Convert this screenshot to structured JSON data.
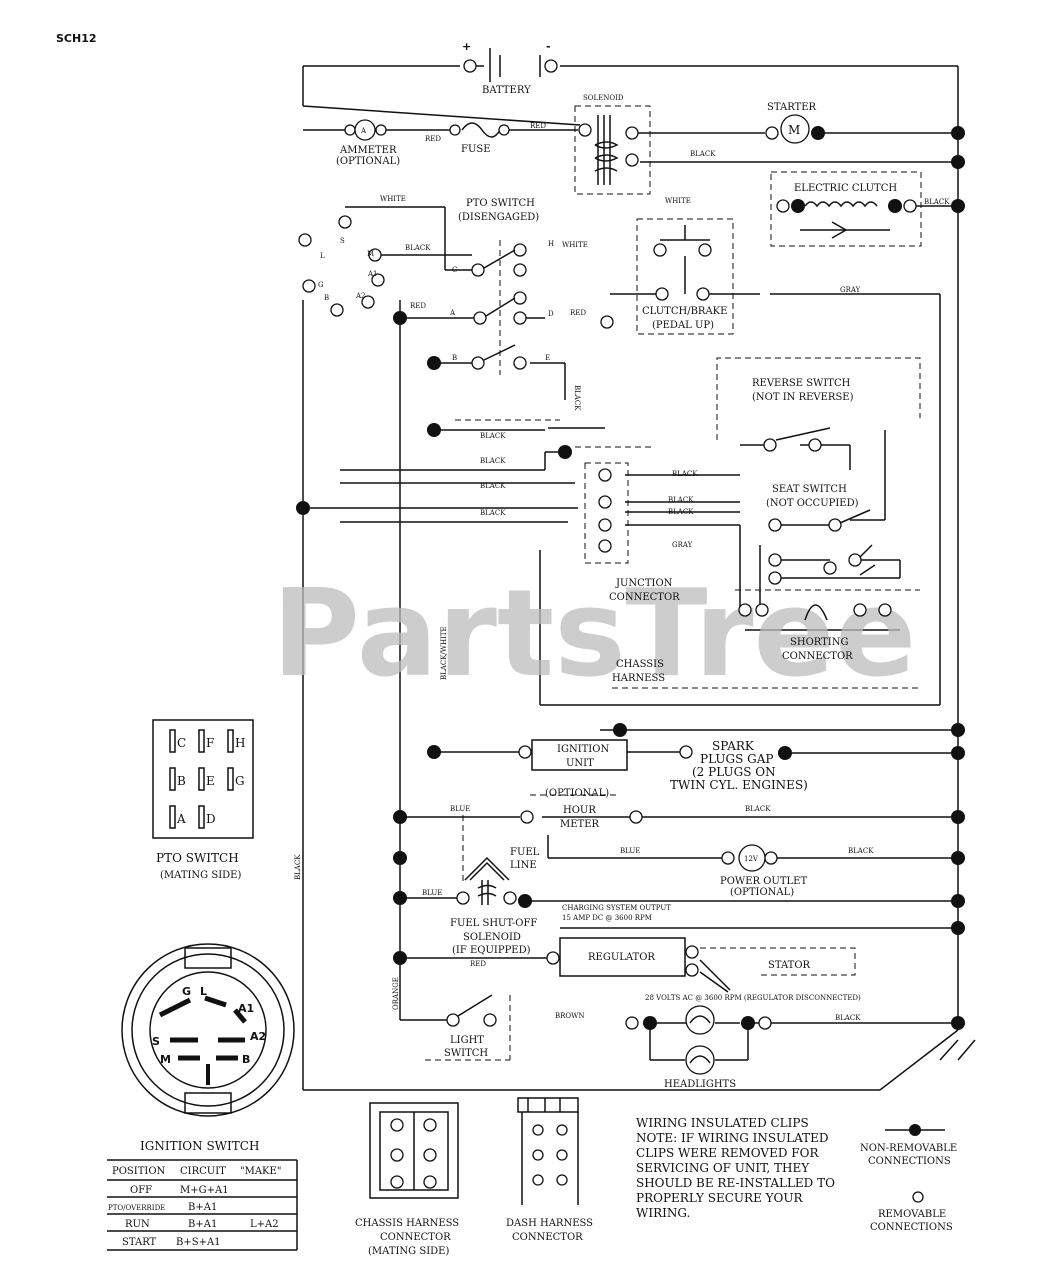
{
  "sheet_id": "SCH12",
  "watermark": "PartsTree",
  "battery": {
    "label": "BATTERY",
    "plus": "+",
    "minus": "-"
  },
  "solenoid": "SOLENOID",
  "starter": {
    "label": "STARTER",
    "symbol": "M"
  },
  "ammeter": {
    "label": "AMMETER",
    "sub": "(OPTIONAL)",
    "symbol": "A"
  },
  "fuse": "FUSE",
  "electric_clutch": "ELECTRIC CLUTCH",
  "pto_switch_title": {
    "line1": "PTO SWITCH",
    "line2": "(DISENGAGED)"
  },
  "clutch_brake": {
    "line1": "CLUTCH/BRAKE",
    "line2": "(PEDAL UP)"
  },
  "reverse_switch": {
    "line1": "REVERSE SWITCH",
    "line2": "(NOT IN REVERSE)"
  },
  "seat_switch": {
    "line1": "SEAT SWITCH",
    "line2": "(NOT OCCUPIED)"
  },
  "junction_connector": {
    "line1": "JUNCTION",
    "line2": "CONNECTOR"
  },
  "shorting_connector": {
    "line1": "SHORTING",
    "line2": "CONNECTOR"
  },
  "chassis_harness": {
    "line1": "CHASSIS",
    "line2": "HARNESS"
  },
  "ignition_unit": {
    "line1": "IGNITION",
    "line2": "UNIT"
  },
  "spark_plugs": {
    "line1": "SPARK",
    "line2": "PLUGS GAP",
    "line3": "(2 PLUGS ON",
    "line4": "TWIN CYL. ENGINES)"
  },
  "hour_meter": {
    "line1": "(OPTIONAL)",
    "line2": "HOUR",
    "line3": "METER"
  },
  "power_outlet": {
    "line1": "POWER OUTLET",
    "line2": "(OPTIONAL)",
    "symbol": "12V"
  },
  "fuel_line": {
    "line1": "FUEL",
    "line2": "LINE"
  },
  "fuel_solenoid": {
    "line1": "FUEL SHUT-OFF",
    "line2": "SOLENOID",
    "line3": "(IF EQUIPPED)"
  },
  "charging_output": {
    "line1": "CHARGING SYSTEM OUTPUT",
    "line2": "15 AMP DC @ 3600 RPM"
  },
  "regulator": "REGULATOR",
  "stator": "STATOR",
  "volts_ac": "28 VOLTS AC @ 3600 RPM (REGULATOR DISCONNECTED)",
  "light_switch": {
    "line1": "LIGHT",
    "line2": "SWITCH"
  },
  "headlights": "HEADLIGHTS",
  "wire_colors": {
    "red": "RED",
    "black": "BLACK",
    "white": "WHITE",
    "gray": "GRAY",
    "blue": "BLUE",
    "orange": "ORANGE",
    "brown": "BROWN",
    "black_white": "BLACK/WHITE"
  },
  "pto_term": {
    "s": "S",
    "m": "M",
    "a1": "A1",
    "a2": "A2",
    "g": "G",
    "l": "L",
    "b": "B",
    "h": "H",
    "a": "A",
    "c": "C",
    "d": "D",
    "e": "E"
  },
  "pto_switch_box": {
    "title": "PTO SWITCH",
    "sub": "(MATING SIDE)",
    "rows": [
      [
        "C",
        "F",
        "H"
      ],
      [
        "B",
        "E",
        "G"
      ],
      [
        "A",
        "D"
      ]
    ]
  },
  "ignition_switch": {
    "title": "IGNITION SWITCH",
    "face": {
      "g": "G",
      "l": "L",
      "a1": "A1",
      "a2": "A2",
      "s": "S",
      "m": "M",
      "b": "B"
    },
    "table": {
      "headers": [
        "POSITION",
        "CIRCUIT",
        "\"MAKE\""
      ],
      "rows": [
        [
          "OFF",
          "M+G+A1",
          ""
        ],
        [
          "PTO/OVERRIDE",
          "B+A1",
          ""
        ],
        [
          "RUN",
          "B+A1",
          "L+A2"
        ],
        [
          "START",
          "B+S+A1",
          ""
        ]
      ]
    }
  },
  "chassis_harness_conn": {
    "line1": "CHASSIS HARNESS",
    "line2": "CONNECTOR",
    "line3": "(MATING SIDE)"
  },
  "dash_harness_conn": {
    "line1": "DASH HARNESS",
    "line2": "CONNECTOR"
  },
  "note": {
    "line1": "WIRING INSULATED CLIPS",
    "line2": "NOTE: IF WIRING INSULATED",
    "line3": "CLIPS WERE REMOVED FOR",
    "line4": "SERVICING OF UNIT, THEY",
    "line5": "SHOULD BE RE-INSTALLED TO",
    "line6": "PROPERLY SECURE YOUR",
    "line7": "WIRING."
  },
  "legend": {
    "non_removable": {
      "line1": "NON-REMOVABLE",
      "line2": "CONNECTIONS"
    },
    "removable": {
      "line1": "REMOVABLE",
      "line2": "CONNECTIONS"
    }
  }
}
